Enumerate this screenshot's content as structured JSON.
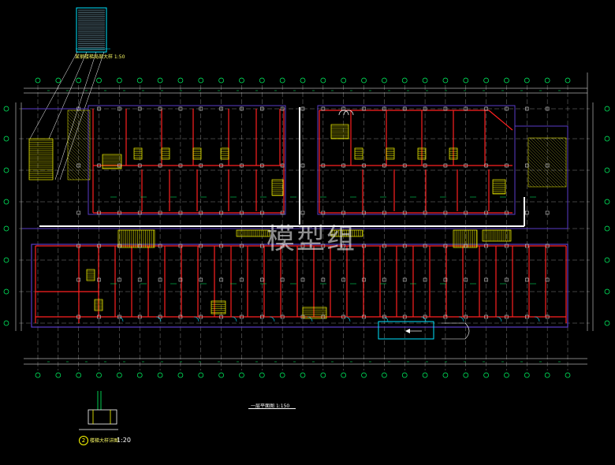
{
  "drawing": {
    "title": "一层平面图",
    "title_scale": "1:150",
    "detail_1_label": "某钢楼梯局部大样 1:50",
    "detail_2_number": "2",
    "detail_2_label": "楼梯大样详图",
    "detail_2_scale": "1:20",
    "watermark": "模型组"
  },
  "colors": {
    "background": "#000000",
    "wall": "#ff2020",
    "grid_axis": "#ffffff",
    "column": "#cccccc",
    "outline": "#5a3cc8",
    "stair": "#ffff00",
    "annotation": "#00ff66",
    "hatch": "#ffff00",
    "window": "#00e5ff"
  },
  "grid": {
    "top_axis_count": 27,
    "left_axis_count": 8
  }
}
